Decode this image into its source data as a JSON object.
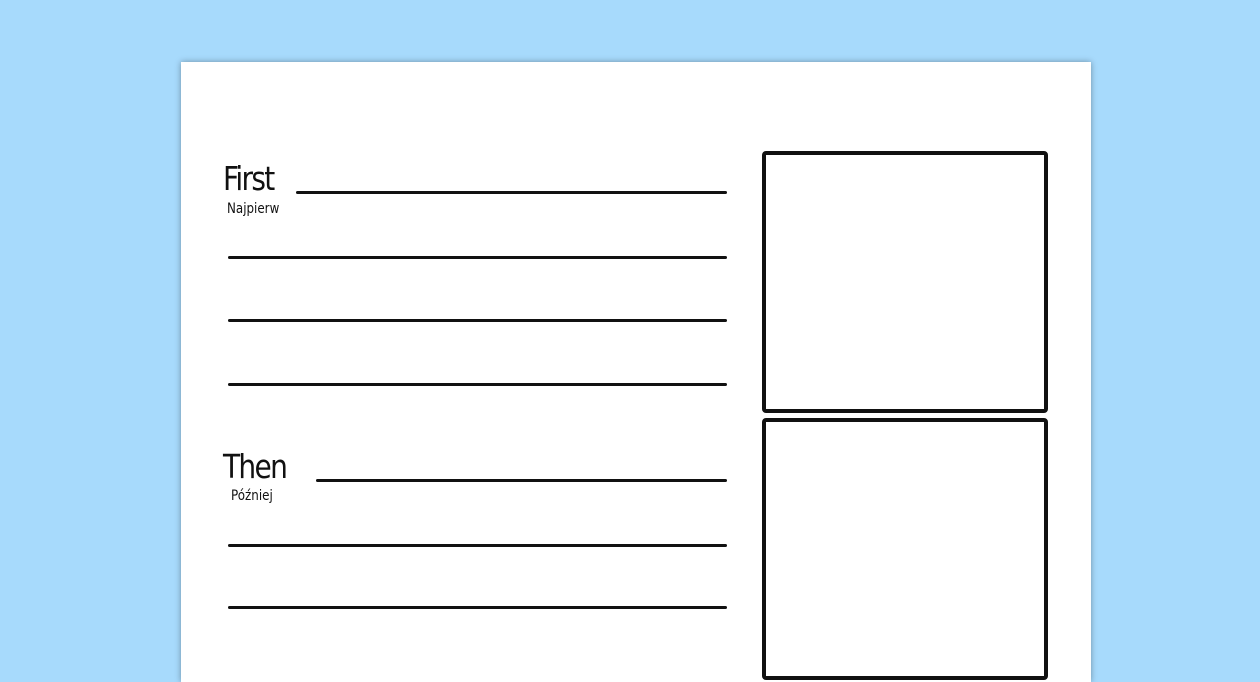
{
  "sections": [
    {
      "title": "First",
      "subtitle": "Najpierw"
    },
    {
      "title": "Then",
      "subtitle": "Później"
    }
  ]
}
